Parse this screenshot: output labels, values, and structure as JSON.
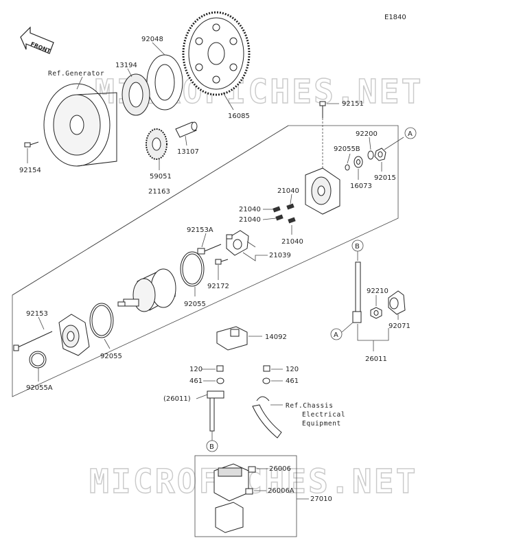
{
  "diagram_code": "E1840",
  "front_label": "FRONT",
  "watermark": "MICROFICHES.NET",
  "refs": {
    "generator": "Ref.Generator",
    "chassis_line1": "Ref.Chassis",
    "chassis_line2": "Electrical",
    "chassis_line3": "Equipment"
  },
  "callouts": {
    "A": "A",
    "B": "B"
  },
  "parts": {
    "p92048": "92048",
    "p13194": "13194",
    "p16085": "16085",
    "p92154": "92154",
    "p13107": "13107",
    "p59051": "59051",
    "p21163": "21163",
    "p92151": "92151",
    "p92200": "92200",
    "p92055B": "92055B",
    "p92015": "92015",
    "p16073": "16073",
    "p21040a": "21040",
    "p21040b": "21040",
    "p21040c": "21040",
    "p21040d": "21040",
    "p92153A": "92153A",
    "p21039": "21039",
    "p92172": "92172",
    "p92055a": "92055",
    "p92153": "92153",
    "p92055b": "92055",
    "p92055A": "92055A",
    "p92210": "92210",
    "p92071": "92071",
    "p26011": "26011",
    "p14092": "14092",
    "p120a": "120",
    "p120b": "120",
    "p461a": "461",
    "p461b": "461",
    "p26011ref": "(26011)",
    "p26006": "26006",
    "p26006A": "26006A",
    "p27010": "27010"
  }
}
